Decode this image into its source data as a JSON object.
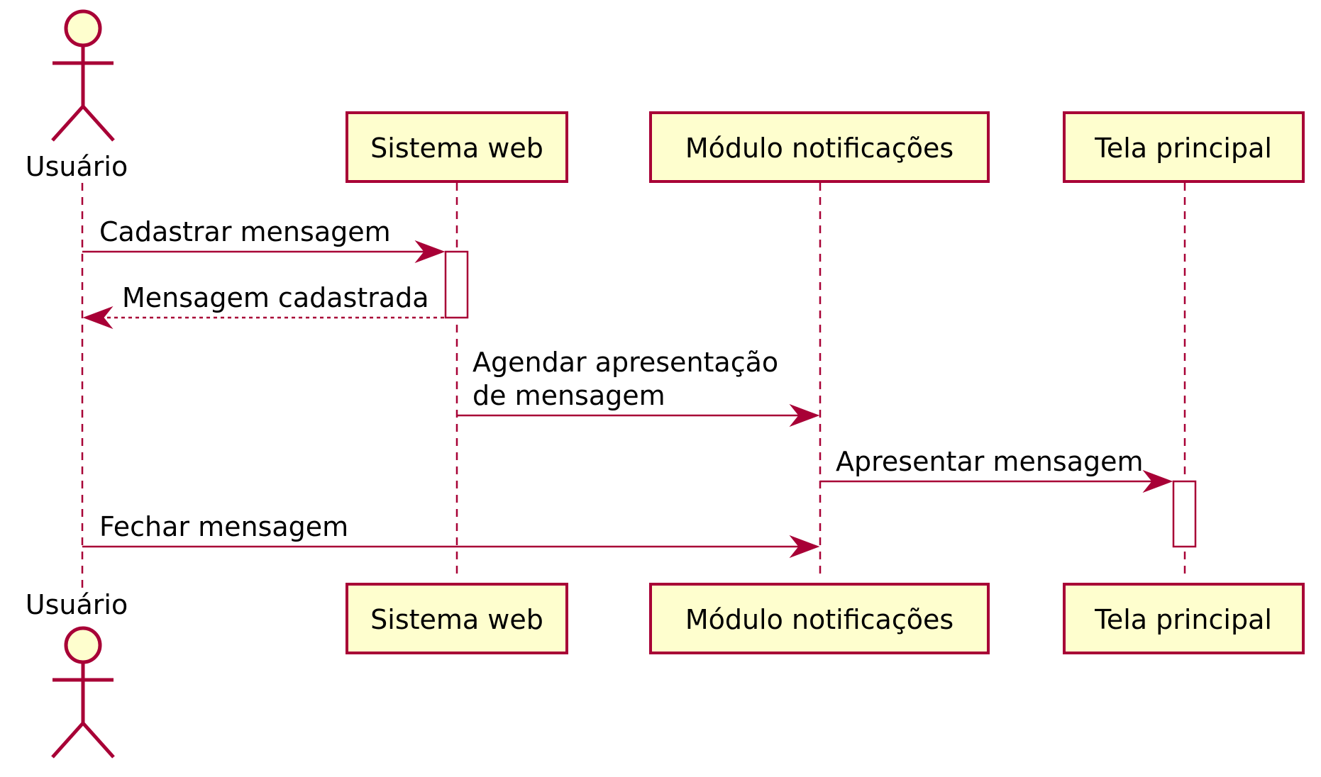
{
  "diagram": {
    "type": "sequence",
    "participants": {
      "user": {
        "label": "Usuário",
        "kind": "actor"
      },
      "web": {
        "label": "Sistema web",
        "kind": "participant"
      },
      "notif": {
        "label": "Módulo notificações",
        "kind": "participant"
      },
      "screen": {
        "label": "Tela principal",
        "kind": "participant"
      }
    },
    "messages": [
      {
        "from": "user",
        "to": "web",
        "label": "Cadastrar mensagem",
        "style": "solid"
      },
      {
        "from": "web",
        "to": "user",
        "label": "Mensagem cadastrada",
        "style": "dotted"
      },
      {
        "from": "web",
        "to": "notif",
        "label_lines": [
          "Agendar apresentação",
          "de mensagem"
        ],
        "style": "solid"
      },
      {
        "from": "notif",
        "to": "screen",
        "label": "Apresentar mensagem",
        "style": "solid"
      },
      {
        "from": "user",
        "to": "notif",
        "label": "Fechar mensagem",
        "style": "solid"
      }
    ],
    "colors": {
      "line": "#A80036",
      "box_fill": "#FEFECE",
      "text": "#000000"
    }
  }
}
